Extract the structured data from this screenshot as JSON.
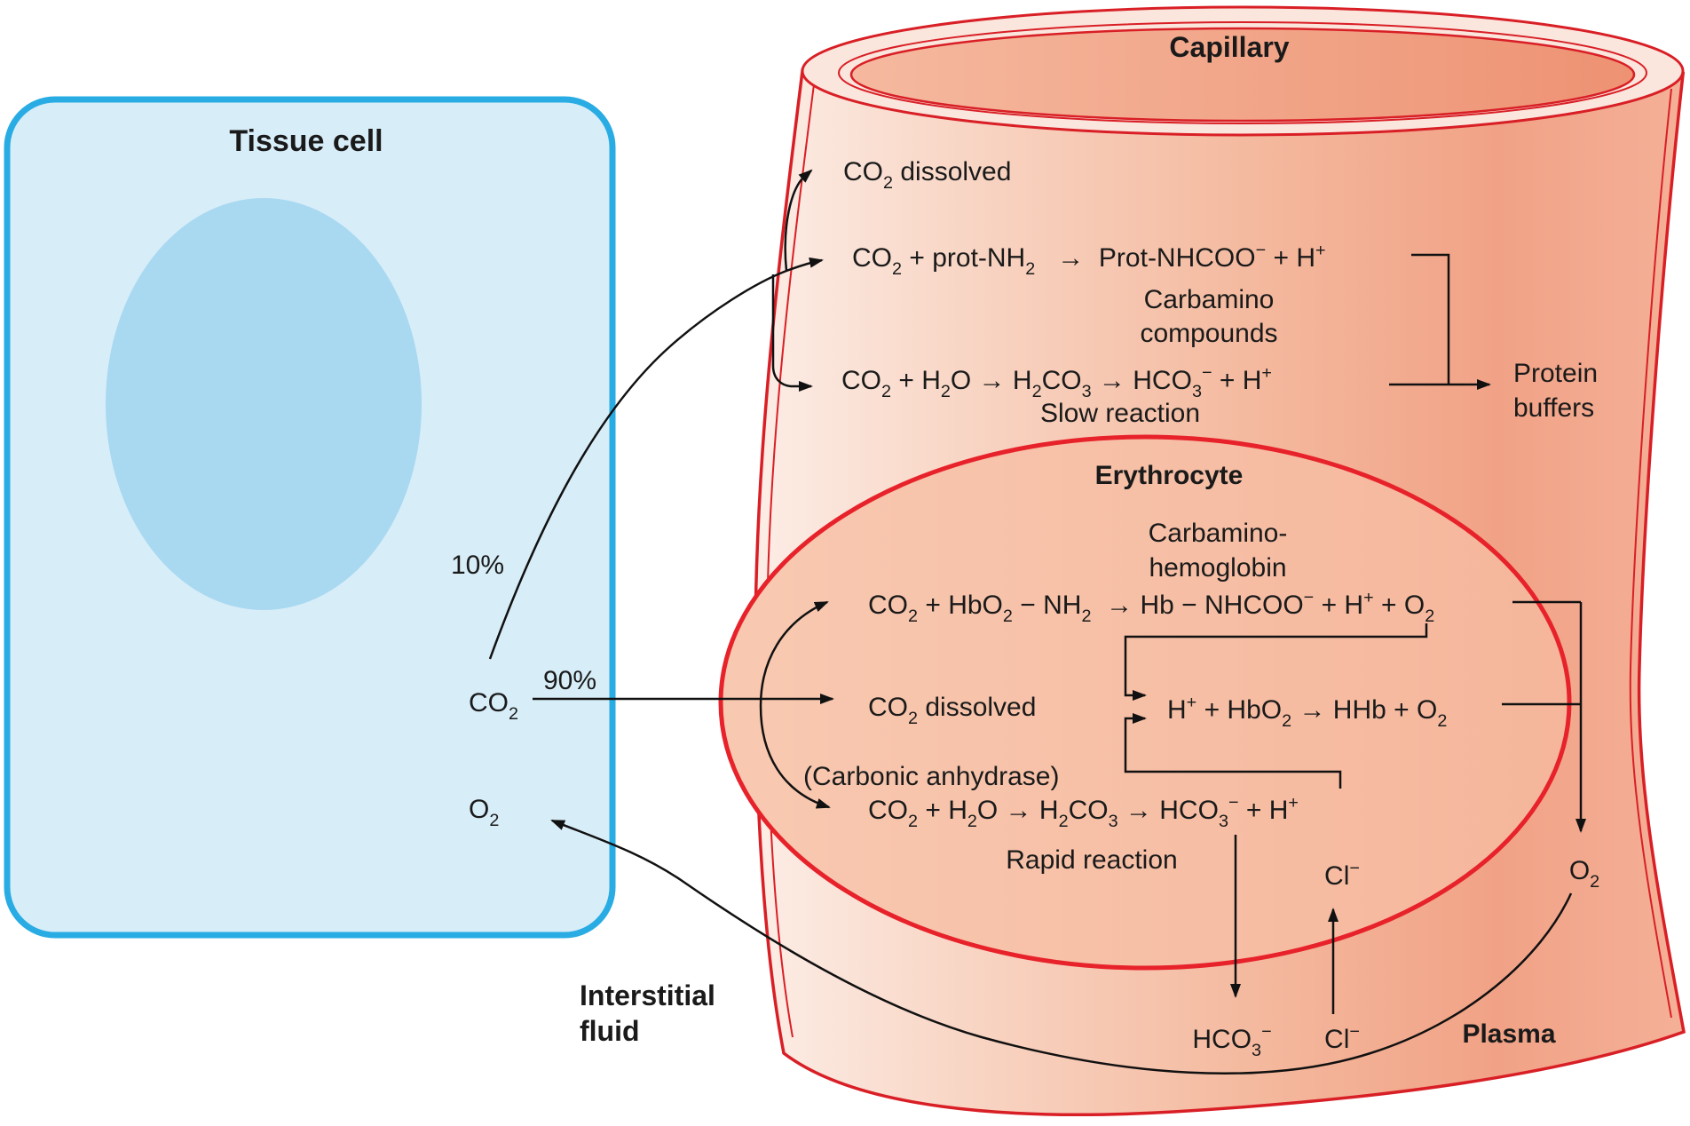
{
  "capillary": {
    "title": "Capillary"
  },
  "tissue_cell": {
    "title": "Tissue cell"
  },
  "transfer": {
    "pct10": "10%",
    "pct90": "90%",
    "co2": "CO_2_",
    "o2": "O_2_"
  },
  "interstitial_fluid": [
    "Interstitial",
    "fluid"
  ],
  "plasma": {
    "label": "Plasma",
    "r1": "CO_2_ dissolved",
    "r2": "CO_2_ + prot-NH_2_   →  Prot-NHCOO^−^ + H^+^",
    "carbamino": [
      "Carbamino",
      "compounds"
    ],
    "r3": "CO_2_ + H_2_O → H_2_CO_3_ → HCO_3_^−^ + H^+^",
    "slow_label": "Slow reaction",
    "protein_buffers": [
      "Protein",
      "buffers"
    ],
    "hco3": "HCO_3_^−^",
    "cl": "Cl^−^",
    "o2": "O_2_"
  },
  "erythrocyte": {
    "title": "Erythrocyte",
    "carbamino_hb": [
      "Carbamino-",
      "hemoglobin"
    ],
    "r1": "CO_2_ + HbO_2_ − NH_2_  → Hb − NHCOO^−^ + H^+^ + O_2_",
    "co2_dissolved": "CO_2_ dissolved",
    "h_reaction": "H^+^ + HbO_2_ → HHb + O_2_",
    "carbonic_anhydrase": "(Carbonic anhydrase)",
    "rapid": "CO_2_ + H_2_O → H_2_CO_3_ → HCO_3_^−^ + H^+^",
    "rapid_label": "Rapid reaction",
    "cl": "Cl^−^"
  },
  "colors": {
    "tissue_fill": "#D7EDF8",
    "tissue_border": "#29ACE3",
    "nucleus": "#A9D8F1",
    "capillary_red": "#D91F26",
    "erythrocyte_red": "#E7222A",
    "wall_light": "#FCEDE6",
    "wall_salmon": "#F1A286",
    "ery_fill": "#F6BCA3",
    "line_black": "#111111"
  }
}
